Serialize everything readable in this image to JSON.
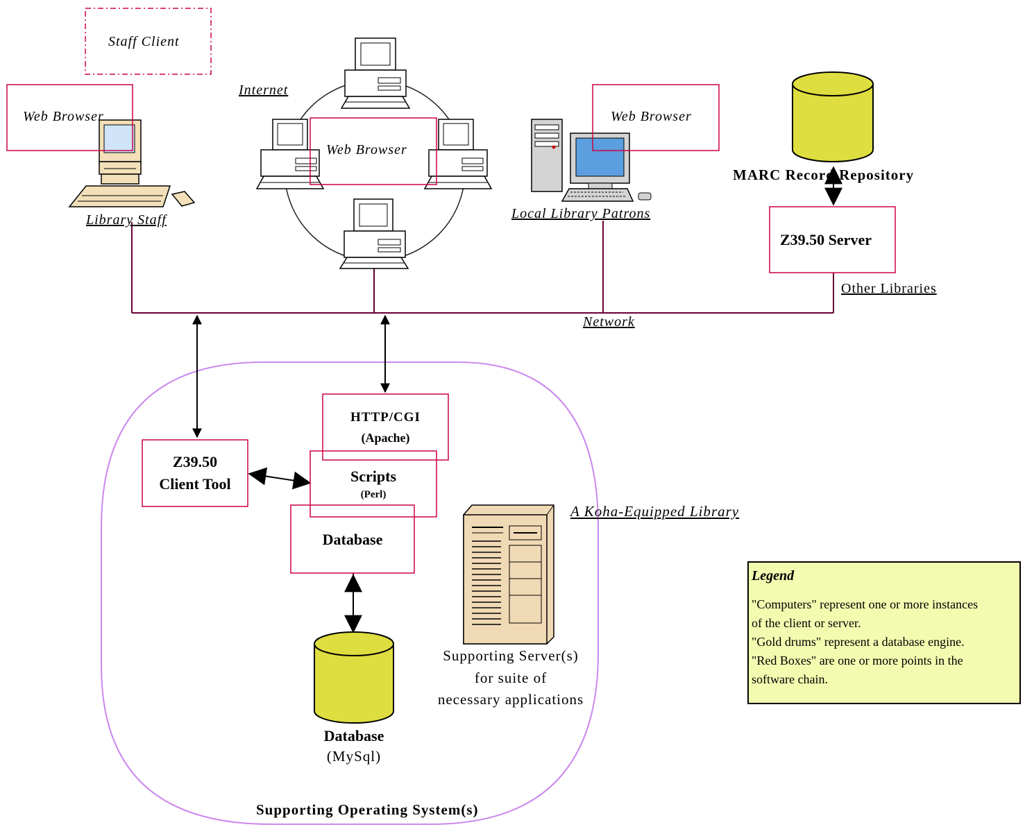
{
  "labels": {
    "staff_client": "Staff Client",
    "web_browser_left": "Web Browser",
    "internet": "Internet",
    "web_browser_center": "Web Browser",
    "web_browser_right": "Web Browser",
    "library_staff": "Library Staff",
    "local_library_patrons": "Local Library Patrons",
    "marc_repository": "MARC Record Repository",
    "z3950_server": "Z39.50 Server",
    "other_libraries": "Other Libraries",
    "network": "Network",
    "http_cgi": "HTTP/CGI",
    "apache": "(Apache)",
    "scripts": "Scripts",
    "perl": "(Perl)",
    "z3950_client_line1": "Z39.50",
    "z3950_client_line2": "Client Tool",
    "database_box": "Database",
    "database_drum": "Database",
    "mysql": "(MySql)",
    "koha_library": "A Koha-Equipped Library",
    "supporting_servers_line1": "Supporting Server(s)",
    "supporting_servers_line2": "for suite of",
    "supporting_servers_line3": "necessary applications",
    "supporting_os": "Supporting Operating System(s)"
  },
  "legend": {
    "title": "Legend",
    "lines": [
      "\"Computers\" represent one or more instances",
      "of the client or server.",
      "\"Gold drums\" represent a database engine.",
      "\"Red Boxes\" are one or more points in the",
      "software chain."
    ]
  },
  "colors": {
    "red_box": "#cc0044",
    "purple_line": "#660033",
    "boundary": "#cc88ee",
    "drum_fill": "#dede40",
    "legend_bg": "#f2fbb0",
    "screen_blue": "#5b9fe0"
  }
}
